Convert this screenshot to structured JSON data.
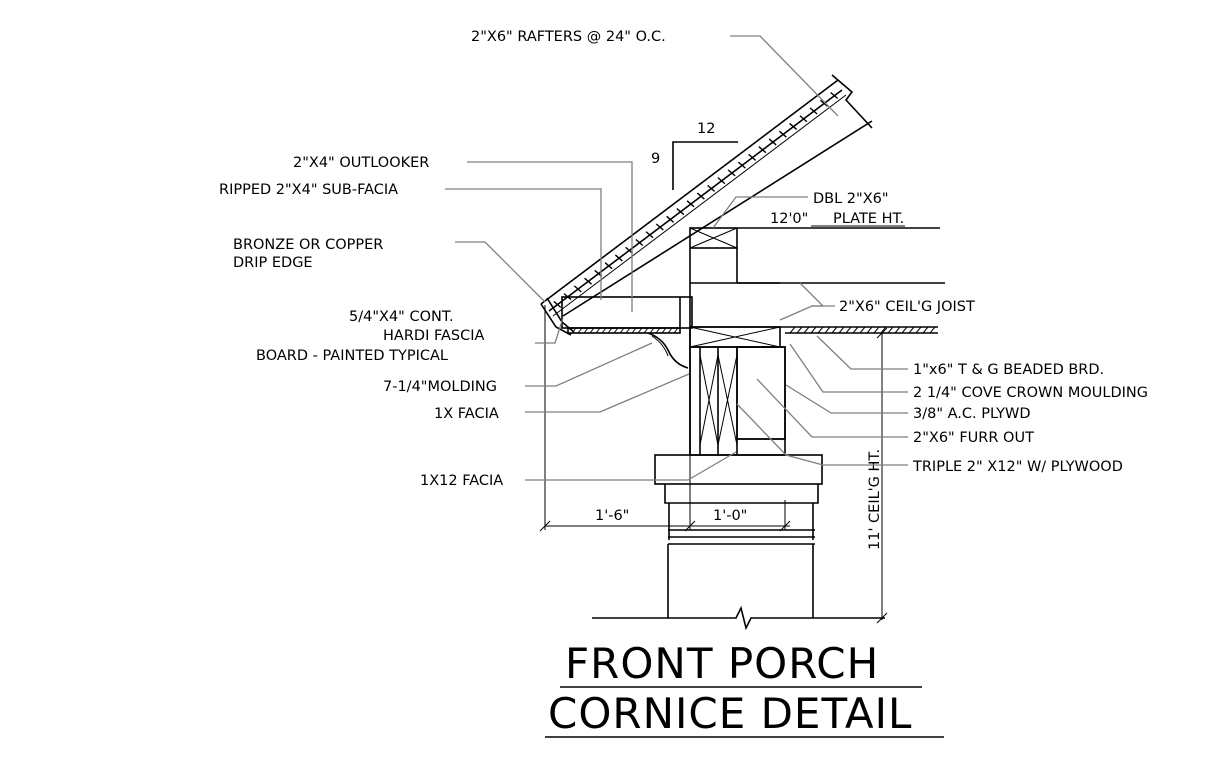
{
  "title": {
    "line1": "FRONT PORCH",
    "line2": "CORNICE DETAIL"
  },
  "labels": {
    "rafters": "2\"X6\" RAFTERS @ 24\" O.C.",
    "outlooker": "2\"X4\" OUTLOOKER",
    "sub_facia": "RIPPED 2\"X4\" SUB-FACIA",
    "drip_edge_1": "BRONZE OR COPPER",
    "drip_edge_2": "DRIP EDGE",
    "fascia_1": "5/4\"X4\" CONT.",
    "fascia_2": "HARDI FASCIA",
    "fascia_3": "BOARD - PAINTED TYPICAL",
    "molding": "7-1/4\"MOLDING",
    "one_x_facia": "1X  FACIA",
    "facia_1x12": "1X12 FACIA",
    "dbl_2x6": "DBL 2\"X6\"",
    "plate_ht_a": "12'0\"",
    "plate_ht_b": "PLATE HT.",
    "ceil_joist": "2\"X6\" CEIL'G JOIST",
    "beaded_brd": "1\"x6\" T & G BEADED BRD.",
    "cove_crown": "2 1/4\" COVE CROWN MOULDING",
    "plywd": "3/8\" A.C. PLYWD",
    "furr_out": "2\"X6\" FURR OUT",
    "triple": "TRIPLE 2\" X12\" W/ PLYWOOD",
    "pitch_run": "12",
    "pitch_rise": "9",
    "dim_overhang": "1'-6\"",
    "dim_wall": "1'-0\"",
    "dim_ceiling": "11' CEIL'G HT."
  },
  "colors": {
    "line": "#000000",
    "leader": "#7f7f7f",
    "background": "#ffffff"
  }
}
